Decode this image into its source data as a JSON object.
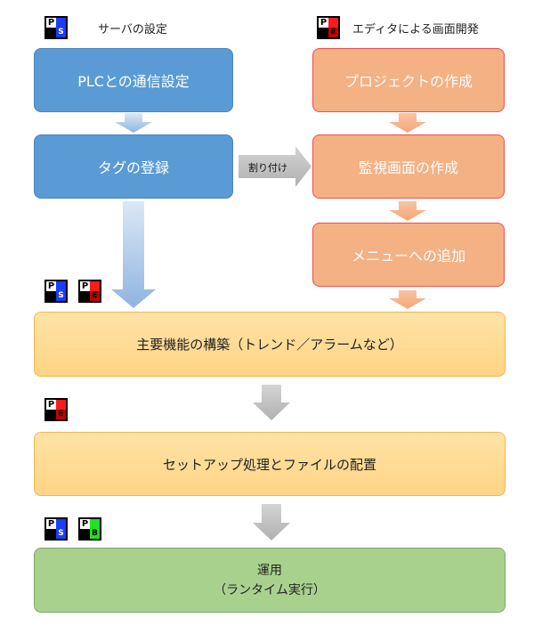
{
  "server": {
    "label": "サーバの設定",
    "plc": "PLCとの通信設定",
    "tags": "タグの登録"
  },
  "editor": {
    "label": "エディタによる画面開発",
    "project": "プロジェクトの作成",
    "monitor": "監視画面の作成",
    "menu": "メニューへの追加"
  },
  "assign": "割り付け",
  "main_functions": "主要機能の構築（トレンド／アラームなど）",
  "setup": "セットアップ処理とファイルの配置",
  "operation": {
    "line1": "運用",
    "line2": "（ランタイム実行）"
  },
  "icons": {
    "p": "P",
    "s": "S",
    "e": "E",
    "b": "B"
  },
  "colors": {
    "server_blue": "#5b9bd5",
    "editor_orange": "#f4b183",
    "process_yellow": "#ffd98f",
    "run_green": "#a9d18e",
    "icon_s": "#1a3cff",
    "icon_e": "#ff1a1a",
    "icon_b": "#22e022"
  }
}
